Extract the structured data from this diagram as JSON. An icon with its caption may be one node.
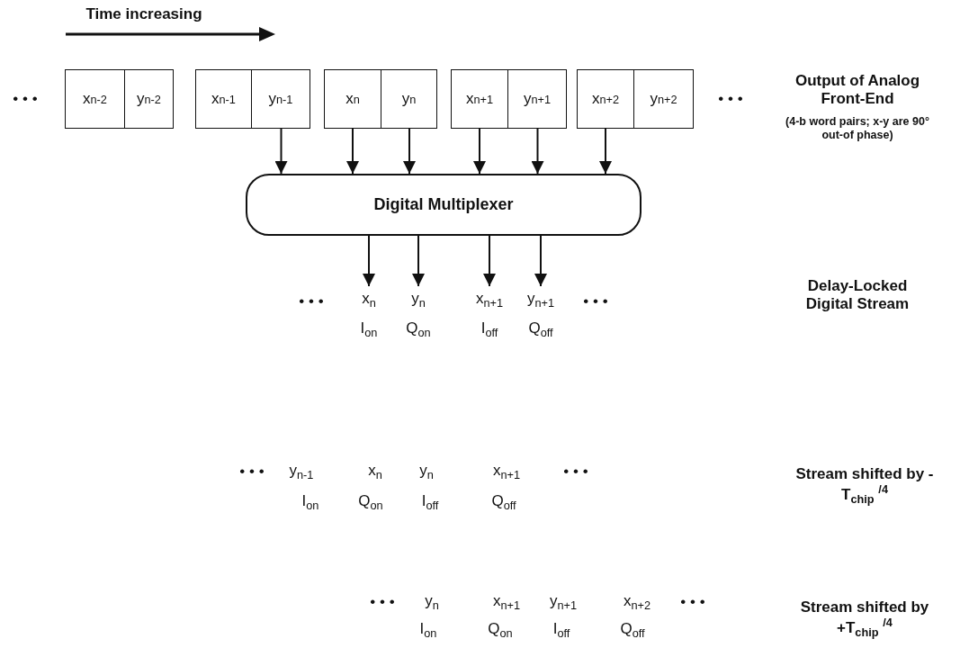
{
  "diagram": {
    "nodes": [
      {
        "text": [
          "x$_{n-2}$"
        ]
      },
      {
        "text": [
          "y$_{n-2}$"
        ]
      },
      {
        "text": [
          "x$_{n-1}$"
        ]
      },
      {
        "text": [
          "y$_{n-1}$"
        ]
      },
      {
        "text": [
          "x$_{n}$"
        ]
      },
      {
        "text": [
          "y$_{n}$"
        ]
      },
      {
        "text": [
          "x$_{n+1}$"
        ]
      },
      {
        "text": [
          "y$_{n+1}$"
        ]
      },
      {
        "text": [
          "x$_{n+2}$"
        ]
      },
      {
        "text": [
          "y$_{n+2}$"
        ]
      },
      {
        "text": [
          "Digital Multiplexer"
        ]
      },
      {
        "text": [
          "x$_{n}$",
          "I$_{on}$"
        ]
      },
      {
        "text": [
          "y$_{n}$",
          "Q$_{on}$"
        ]
      },
      {
        "text": [
          "x$_{n+1}$",
          "I$_{off}$"
        ]
      },
      {
        "text": [
          "y$_{n+1}$",
          "Q$_{off}$"
        ]
      }
    ],
    "edges": [
      {
        "from": 3,
        "to": 10,
        "arrow": "to"
      },
      {
        "from": 4,
        "to": 10,
        "arrow": "to"
      },
      {
        "from": 5,
        "to": 10,
        "arrow": "to"
      },
      {
        "from": 6,
        "to": 10,
        "arrow": "to"
      },
      {
        "from": 7,
        "to": 10,
        "arrow": "to"
      },
      {
        "from": 8,
        "to": 10,
        "arrow": "to"
      },
      {
        "from": 10,
        "to": 11,
        "arrow": "to"
      },
      {
        "from": 10,
        "to": 12,
        "arrow": "to"
      },
      {
        "from": 10,
        "to": 13,
        "arrow": "to"
      },
      {
        "from": 10,
        "to": 14,
        "arrow": "to"
      }
    ],
    "labels": [
      "Time increasing",
      "• • •",
      "• • •",
      "Output of Analog Front-End",
      "(4-b word pairs; x-y are 90° out-of phase)",
      "• • •",
      "• • •",
      "Delay-Locked Digital Stream",
      "• • •",
      "y$_{n-1}$",
      "x$_{n}$",
      "y$_{n}$",
      "x$_{n+1}$",
      "• • •",
      "Stream shifted by -T$_{chip}$ $^{/4}$",
      "I$_{on}$",
      "Q$_{on}$",
      "I$_{off}$",
      "Q$_{off}$",
      "• • •",
      "y$_{n}$",
      "x$_{n+1}$",
      "y$_{n+1}$",
      "x$_{n+2}$",
      "• • •",
      "Stream shifted by +T$_{chip}$ $^{/4}$",
      "I$_{on}$",
      "Q$_{on}$",
      "I$_{off}$",
      "Q$_{off}$"
    ]
  }
}
